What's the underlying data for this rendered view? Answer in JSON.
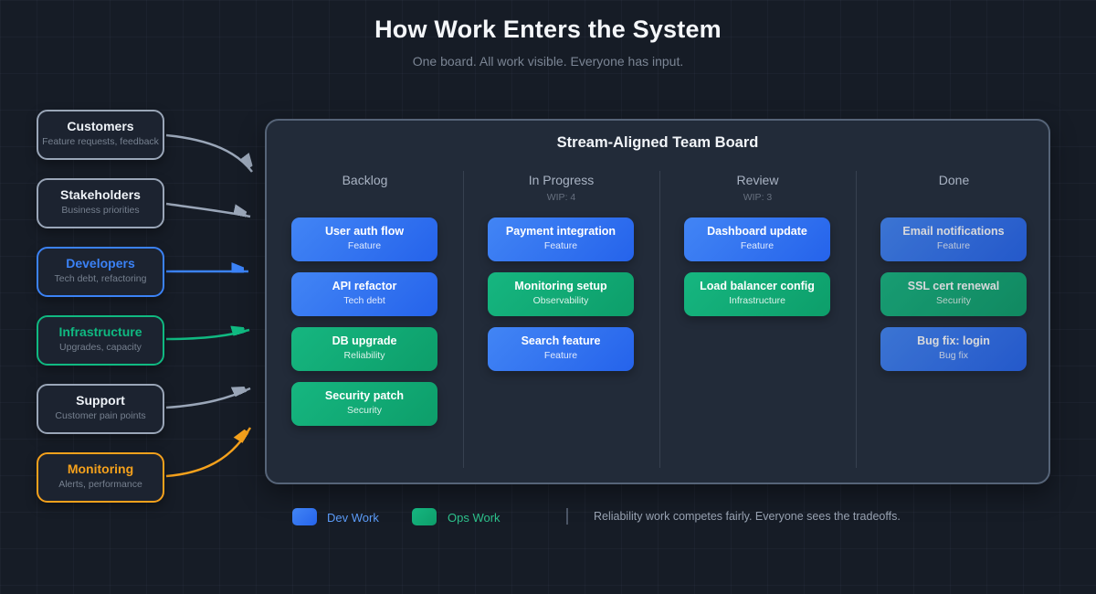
{
  "page": {
    "title": "How Work Enters the System",
    "subtitle": "One board. All work visible. Everyone has input."
  },
  "sources": [
    {
      "title": "Customers",
      "subtitle": "Feature requests, feedback",
      "accent": "gray"
    },
    {
      "title": "Stakeholders",
      "subtitle": "Business priorities",
      "accent": "gray"
    },
    {
      "title": "Developers",
      "subtitle": "Tech debt, refactoring",
      "accent": "blue"
    },
    {
      "title": "Infrastructure",
      "subtitle": "Upgrades, capacity",
      "accent": "green"
    },
    {
      "title": "Support",
      "subtitle": "Customer pain points",
      "accent": "gray"
    },
    {
      "title": "Monitoring",
      "subtitle": "Alerts, performance",
      "accent": "orange"
    }
  ],
  "board": {
    "title": "Stream-Aligned Team Board",
    "columns": [
      {
        "name": "Backlog",
        "wip": "",
        "muted": false,
        "cards": [
          {
            "title": "User auth flow",
            "tag": "Feature",
            "type": "dev"
          },
          {
            "title": "API refactor",
            "tag": "Tech debt",
            "type": "dev"
          },
          {
            "title": "DB upgrade",
            "tag": "Reliability",
            "type": "ops"
          },
          {
            "title": "Security patch",
            "tag": "Security",
            "type": "ops"
          }
        ]
      },
      {
        "name": "In Progress",
        "wip": "WIP: 4",
        "muted": false,
        "cards": [
          {
            "title": "Payment integration",
            "tag": "Feature",
            "type": "dev"
          },
          {
            "title": "Monitoring setup",
            "tag": "Observability",
            "type": "ops"
          },
          {
            "title": "Search feature",
            "tag": "Feature",
            "type": "dev"
          }
        ]
      },
      {
        "name": "Review",
        "wip": "WIP: 3",
        "muted": false,
        "cards": [
          {
            "title": "Dashboard update",
            "tag": "Feature",
            "type": "dev"
          },
          {
            "title": "Load balancer config",
            "tag": "Infrastructure",
            "type": "ops"
          }
        ]
      },
      {
        "name": "Done",
        "wip": "",
        "muted": true,
        "cards": [
          {
            "title": "Email notifications",
            "tag": "Feature",
            "type": "dev"
          },
          {
            "title": "SSL cert renewal",
            "tag": "Security",
            "type": "ops"
          },
          {
            "title": "Bug fix: login",
            "tag": "Bug fix",
            "type": "dev"
          }
        ]
      }
    ]
  },
  "legend": {
    "dev_label": "Dev Work",
    "ops_label": "Ops Work",
    "note": "Reliability work competes fairly. Everyone sees the tradeoffs."
  },
  "colors": {
    "gray": "#9aa6b8",
    "blue": "#3b82f6",
    "green": "#10b981",
    "orange": "#f5a11c",
    "source_title_light": "#eef2f7",
    "dev_gradient_start": "#4285f5",
    "dev_gradient_end": "#2563eb",
    "ops_gradient_start": "#16b680",
    "ops_gradient_end": "#0d9e6a",
    "dev_label_color": "#5b9bf7",
    "ops_label_color": "#2dc08b"
  }
}
